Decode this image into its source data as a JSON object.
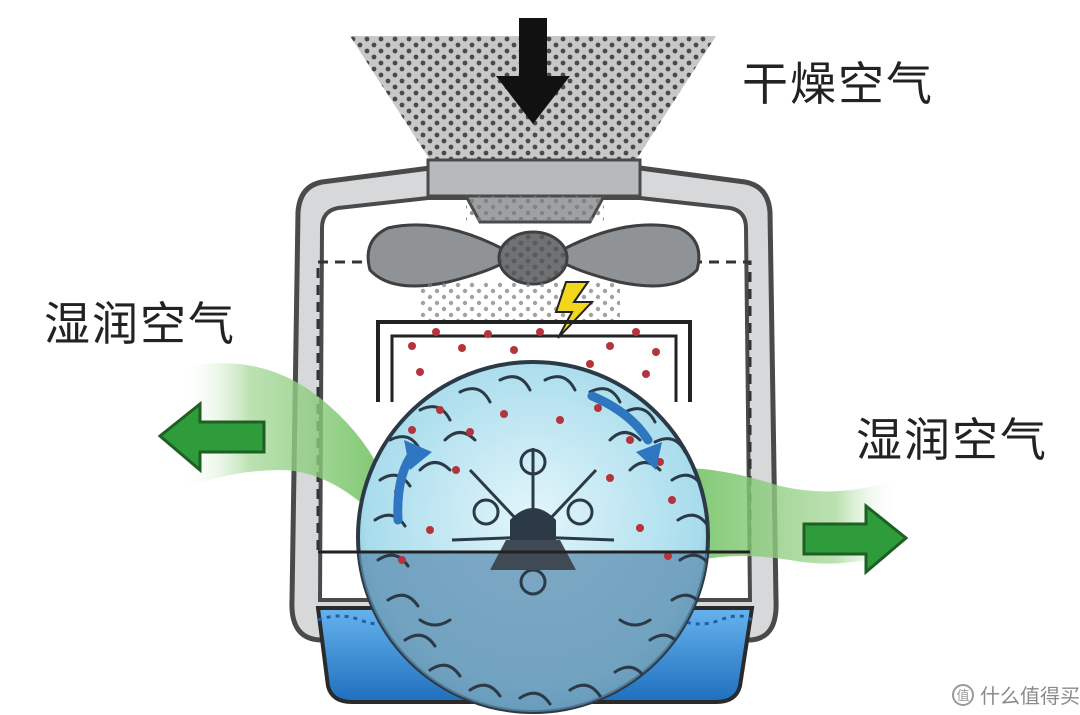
{
  "labels": {
    "dry_air": "干燥空气",
    "moist_air_left": "湿润空气",
    "moist_air_right": "湿润空气"
  },
  "watermark": {
    "badge": "值",
    "text": "什么值得买"
  },
  "colors": {
    "housing_fill": "#d4d6d8",
    "housing_stroke": "#4a4a4a",
    "funnel": "#a9a9a9",
    "fan_blade": "#8f9396",
    "drum": "#b9e3ef",
    "drum_lower": "#6f9ab8",
    "water": "#3a8fd6",
    "water_droplet": "#b5343c",
    "moist_air_green": "#2e9c3a",
    "lightning": "#f2d61e",
    "arrow_black": "#111111",
    "arrow_blue": "#2f76c0"
  },
  "icons": [
    "down-arrow-icon",
    "lightning-icon",
    "left-green-arrow-icon",
    "right-green-arrow-icon",
    "fan-icon"
  ]
}
